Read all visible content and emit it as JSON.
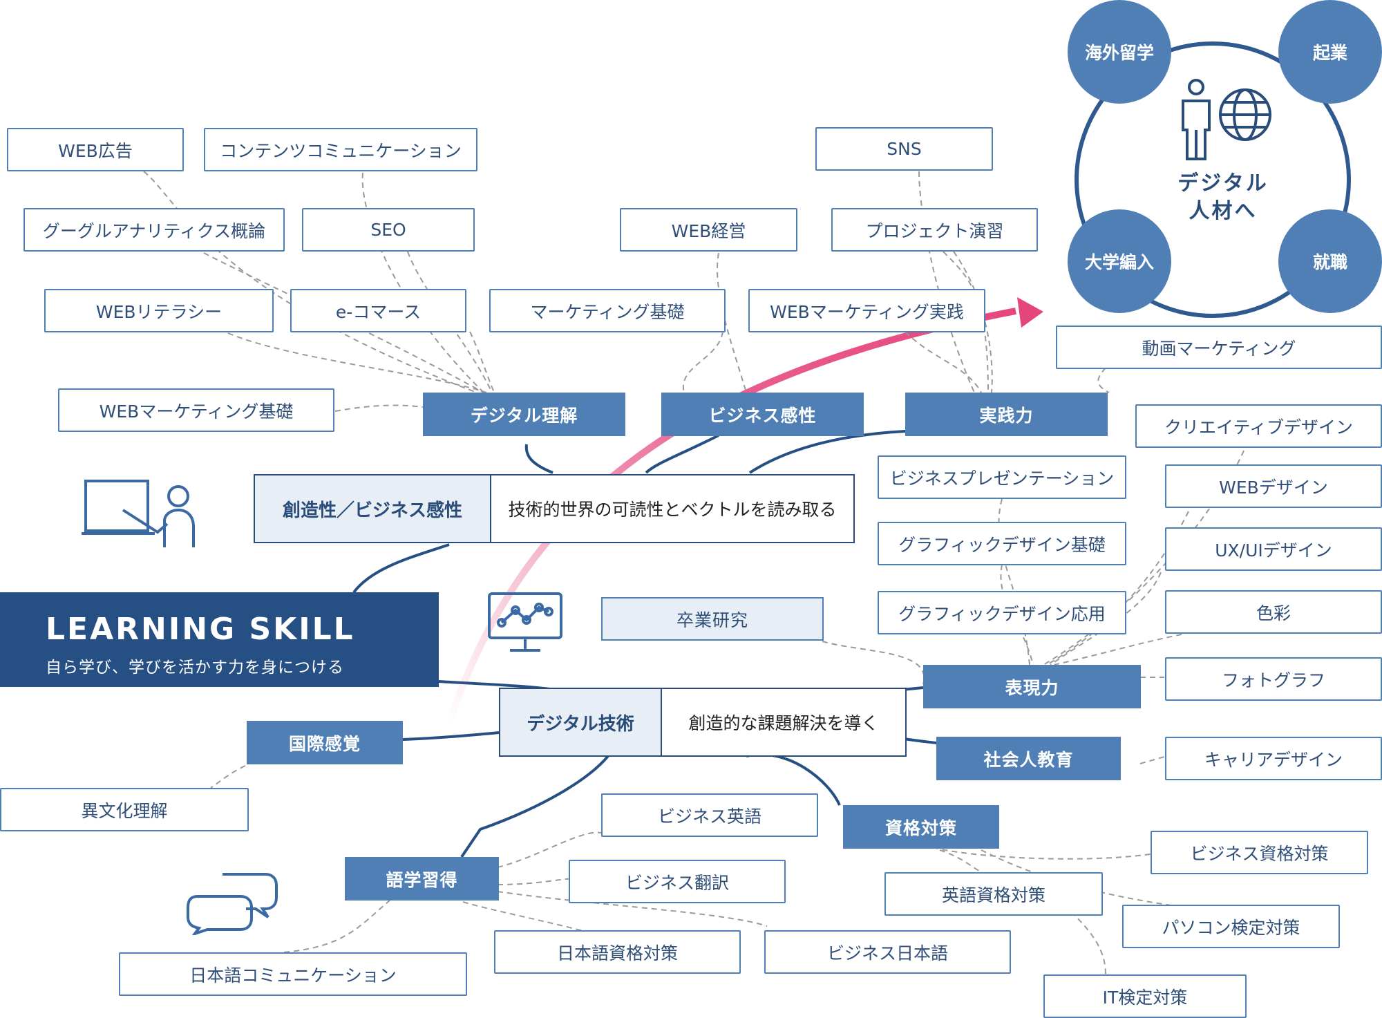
{
  "main": {
    "title": "LEARNING SKILL",
    "subtitle": "自ら学び、学びを活かす力を身につける"
  },
  "core_top": {
    "label": "創造性／ビジネス感性",
    "text": "技術的世界の可読性とベクトルを読み取る"
  },
  "core_bottom": {
    "label": "デジタル技術",
    "text": "創造的な課題解決を導く"
  },
  "categories": {
    "digital_understanding": "デジタル理解",
    "business_sense": "ビジネス感性",
    "practice": "実践力",
    "expression": "表現力",
    "social_education": "社会人教育",
    "certification": "資格対策",
    "language": "語学習得",
    "international": "国際感覚",
    "graduation": "卒業研究"
  },
  "skills": {
    "web_ad": "WEB広告",
    "content_comm": "コンテンツコミュニケーション",
    "google_analytics": "グーグルアナリティクス概論",
    "seo": "SEO",
    "web_literacy": "WEBリテラシー",
    "ecommerce": "e-コマース",
    "web_marketing_basic": "WEBマーケティング基礎",
    "marketing_basic": "マーケティング基礎",
    "web_management": "WEB経営",
    "sns": "SNS",
    "project_practice": "プロジェクト演習",
    "web_marketing_practice": "WEBマーケティング実践",
    "video_marketing": "動画マーケティング",
    "creative_design": "クリエイティブデザイン",
    "web_design": "WEBデザイン",
    "uxui_design": "UX/UIデザイン",
    "color": "色彩",
    "photograph": "フォトグラフ",
    "career_design": "キャリアデザイン",
    "business_presentation": "ビジネスプレゼンテーション",
    "graphic_basic": "グラフィックデザイン基礎",
    "graphic_applied": "グラフィックデザイン応用",
    "cross_culture": "異文化理解",
    "business_english": "ビジネス英語",
    "business_translation": "ビジネス翻訳",
    "japanese_cert": "日本語資格対策",
    "business_japanese": "ビジネス日本語",
    "japanese_comm": "日本語コミュニケーション",
    "business_cert": "ビジネス資格対策",
    "english_cert": "英語資格対策",
    "pc_cert": "パソコン検定対策",
    "it_cert": "IT検定対策"
  },
  "goal": {
    "title_line1": "デジタル",
    "title_line2": "人材へ",
    "paths": {
      "study_abroad": "海外留学",
      "startup": "起業",
      "transfer": "大学編入",
      "employment": "就職"
    }
  },
  "colors": {
    "navy": "#264f84",
    "blue": "#4f7fb4",
    "light": "#e8eef6",
    "arrow": "#e5457d"
  },
  "icons": [
    "teacher-icon",
    "analytics-monitor-icon",
    "chat-bubbles-icon",
    "person-icon",
    "globe-icon"
  ]
}
